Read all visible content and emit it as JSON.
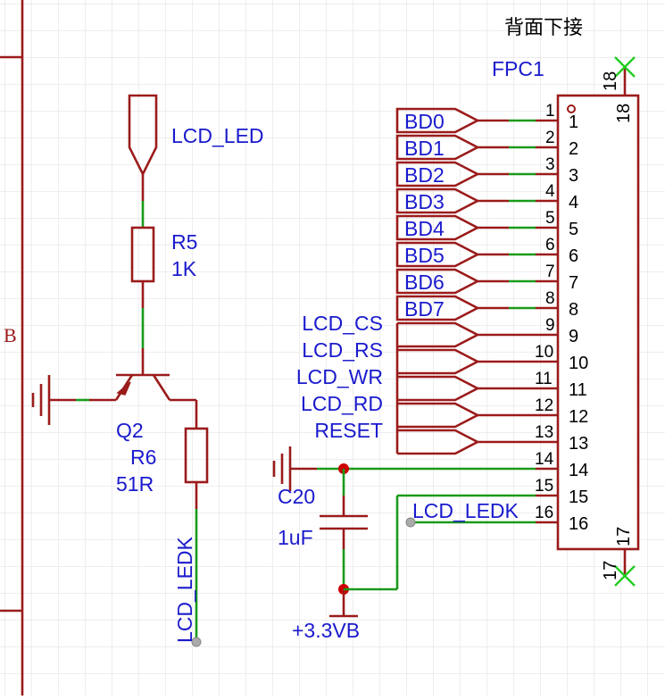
{
  "title_note": "背面下接",
  "connector": {
    "designator": "FPC1",
    "top_pin": "18",
    "bottom_pin": "17",
    "pins": [
      "1",
      "2",
      "3",
      "4",
      "5",
      "6",
      "7",
      "8",
      "9",
      "10",
      "11",
      "12",
      "13",
      "14",
      "15",
      "16"
    ]
  },
  "bus_labels": [
    "BD0",
    "BD1",
    "BD2",
    "BD3",
    "BD4",
    "BD5",
    "BD6",
    "BD7"
  ],
  "control_labels": [
    "LCD_CS",
    "LCD_RS",
    "LCD_WR",
    "LCD_RD",
    "RESET"
  ],
  "backlight": {
    "power_port": "LCD_LED",
    "r5_ref": "R5",
    "r5_value": "1K",
    "q2_ref": "Q2",
    "r6_ref": "R6",
    "r6_value": "51R",
    "ledk_net": "LCD_LEDK"
  },
  "decoupling": {
    "c20_ref": "C20",
    "c20_value": "1uF",
    "supply": "+3.3VB",
    "ledk_net": "LCD_LEDK"
  },
  "frame_zone": "B",
  "colors": {
    "wire": "#9b1b1b",
    "connected": "#1a9a1a",
    "label": "#1a1acd",
    "grid": "#d9d9d9",
    "junction": "#cc0000",
    "no_connect": "#22cc22"
  }
}
